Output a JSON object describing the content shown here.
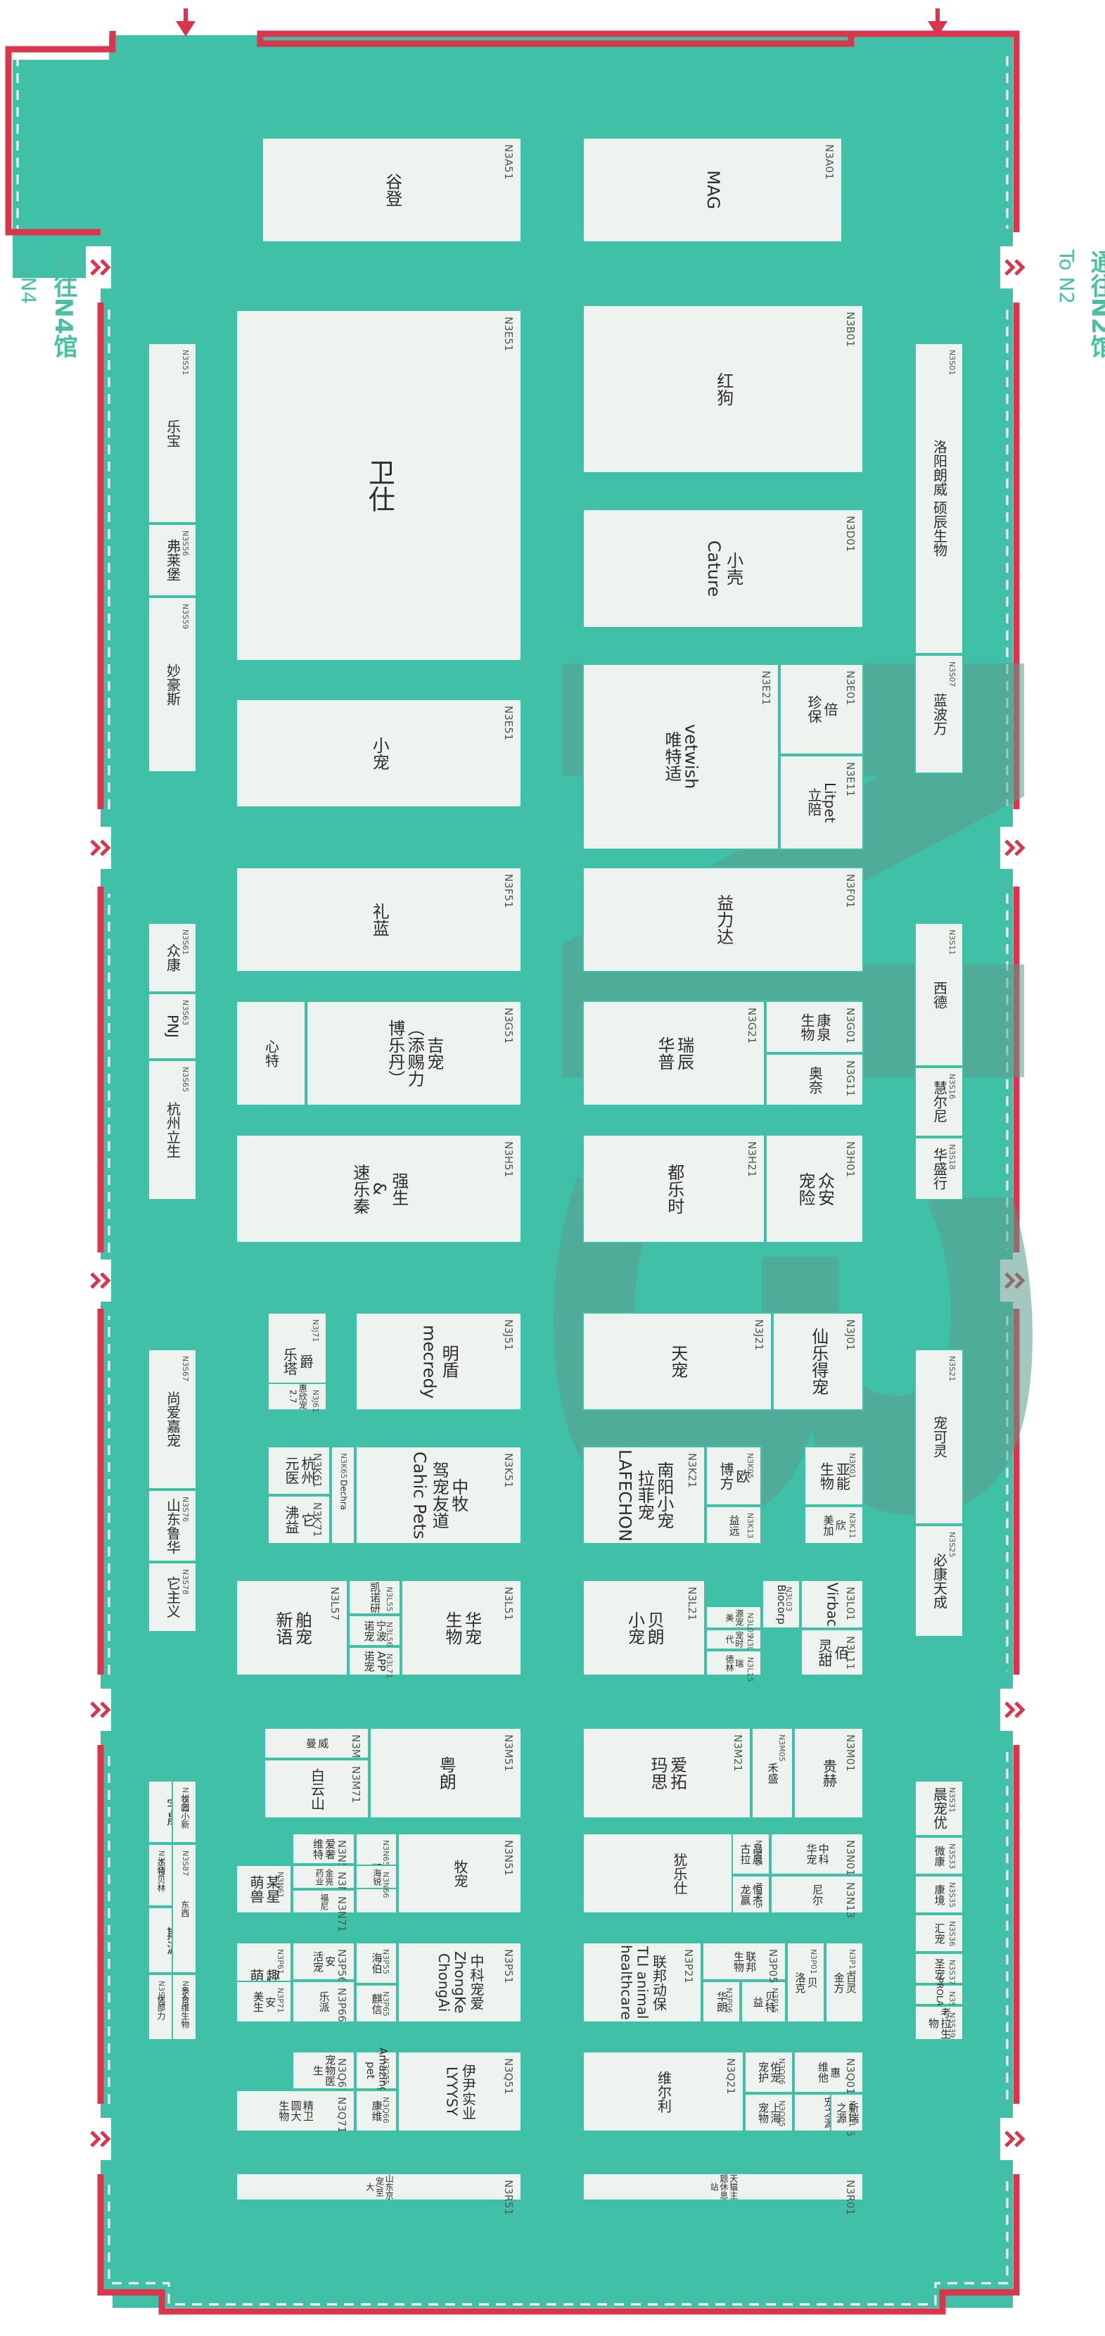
{
  "hall": {
    "left_exit_label": "通往N4馆",
    "left_exit_label_en": "To N4",
    "right_exit_label": "通往N2馆",
    "right_exit_label_en": "To N2",
    "watermark": "N3",
    "colors": {
      "floor": "#40c0a7",
      "booth": "#eff3f0",
      "wall": "#d8364c",
      "text": "#49c1a1"
    }
  },
  "booths": [
    {
      "id": "N3A51",
      "name": "谷登"
    },
    {
      "id": "N3A01",
      "name": "MAG"
    },
    {
      "id": "N3E51",
      "name": "卫仕"
    },
    {
      "id": "N3B01",
      "name": "红狗"
    },
    {
      "id": "N3D01",
      "name": "小壳\nCature"
    },
    {
      "id": "N3E21",
      "name": "vetwish\n唯特适"
    },
    {
      "id": "N3E01",
      "name": "倍\n珍保"
    },
    {
      "id": "N3E11",
      "name": "Litpet\n立陪"
    },
    {
      "id": "N3E51",
      "name": "小宠"
    },
    {
      "id": "N3F51",
      "name": "礼蓝"
    },
    {
      "id": "N3F01",
      "name": "益力达"
    },
    {
      "id": "N3G51",
      "name": "吉宠\n（添赐力\n博乐丹）"
    },
    {
      "id": "",
      "name": "心特"
    },
    {
      "id": "N3G21",
      "name": "瑞辰\n华普"
    },
    {
      "id": "N3G01",
      "name": "康泉\n生物"
    },
    {
      "id": "N3G11",
      "name": "奥奈"
    },
    {
      "id": "N3H51",
      "name": "强生\n&\n速乐秦"
    },
    {
      "id": "N3H21",
      "name": "都乐时"
    },
    {
      "id": "N3H01",
      "name": "众安\n宠险"
    },
    {
      "id": "N3J51",
      "name": "明盾\nmecredy"
    },
    {
      "id": "N3J71",
      "name": "爵\n乐塔"
    },
    {
      "id": "N3J61",
      "name": "惠欣宠 2.7"
    },
    {
      "id": "N3J21",
      "name": "天宠"
    },
    {
      "id": "N3J01",
      "name": "仙乐得宠"
    },
    {
      "id": "N3K51",
      "name": "中牧\n驾宠友道\nCahic Pets"
    },
    {
      "id": "N3K61",
      "name": "杭州\n元医"
    },
    {
      "id": "N3K65",
      "name": "Dechra"
    },
    {
      "id": "N3K71",
      "name": "它\n沸益"
    },
    {
      "id": "N3K21",
      "name": "南阳小宠\n拉菲宠\nLAFECHON"
    },
    {
      "id": "N3K05",
      "name": "欧\n博方"
    },
    {
      "id": "N3K13",
      "name": "益远"
    },
    {
      "id": "N3K01",
      "name": "亚能\n生物"
    },
    {
      "id": "N3K11",
      "name": "欣\n美加"
    },
    {
      "id": "N3L51",
      "name": "华宠\n生物"
    },
    {
      "id": "N3L55",
      "name": "凯诺研"
    },
    {
      "id": "N3L56",
      "name": "宁波诺宠"
    },
    {
      "id": "N3L57",
      "name": "舶宠\n新语"
    },
    {
      "id": "N3L71",
      "name": "APP诺宠"
    },
    {
      "id": "N3L21",
      "name": "贝朗\n小宠"
    },
    {
      "id": "N3L06",
      "name": "宠时代"
    },
    {
      "id": "N3L05",
      "name": "源宠美"
    },
    {
      "id": "N3L15",
      "name": "瑞\n德林"
    },
    {
      "id": "N3L03",
      "name": "Biocorp"
    },
    {
      "id": "N3L01",
      "name": "Virbac"
    },
    {
      "id": "N3L11",
      "name": "佰\n灵甜"
    },
    {
      "id": "N3M51",
      "name": "粤朗"
    },
    {
      "id": "N3M61",
      "name": "威\n曼"
    },
    {
      "id": "N3M71",
      "name": "白云山"
    },
    {
      "id": "N3M21",
      "name": "爱拓\n玛思"
    },
    {
      "id": "N3M05",
      "name": "禾盛"
    },
    {
      "id": "N3M01",
      "name": "贵赫"
    },
    {
      "id": "N3N51",
      "name": "牧宠"
    },
    {
      "id": "N3N65",
      "name": "润康"
    },
    {
      "id": "N3N55",
      "name": "爱奢\n维特"
    },
    {
      "id": "N3N56",
      "name": "金亮\n药业"
    },
    {
      "id": "N3N66",
      "name": "海锐"
    },
    {
      "id": "N3N61",
      "name": "某星\n萌兽"
    },
    {
      "id": "N3N71",
      "name": "福尼"
    },
    {
      "id": "N3N21",
      "name": "犹乐仕"
    },
    {
      "id": "N3N05",
      "name": "昌晨\n古拉"
    },
    {
      "id": "N3N15",
      "name": "恒杰\n龙赢"
    },
    {
      "id": "N3N01",
      "name": "中科\n华宠"
    },
    {
      "id": "N3N13",
      "name": "尼尔"
    },
    {
      "id": "N3P51",
      "name": "中科宠爱\nZhongKe\nChongAi"
    },
    {
      "id": "N3P55",
      "name": "海伯"
    },
    {
      "id": "N3P65",
      "name": "麒信"
    },
    {
      "id": "N3P56",
      "name": "安\n活宠"
    },
    {
      "id": "N3P66",
      "name": "乐派"
    },
    {
      "id": "N3P61",
      "name": "趣乐\n萌宠"
    },
    {
      "id": "N3P71",
      "name": "安\n美生"
    },
    {
      "id": "N3P21",
      "name": "联邦动保\nTLI animal\nhealthcare"
    },
    {
      "id": "N3P06",
      "name": "华朗"
    },
    {
      "id": "N3P15",
      "name": "贝特\n益"
    },
    {
      "id": "N3P05",
      "name": "联邦\n生物"
    },
    {
      "id": "N3P01",
      "name": "贝\n洛克"
    },
    {
      "id": "N3P11",
      "name": "百灵\n金方"
    },
    {
      "id": "N3Q51",
      "name": "伊尹实业\nLYYYSY"
    },
    {
      "id": "N3Q55",
      "name": "Amazing pet"
    },
    {
      "id": "N3Q66",
      "name": "康维"
    },
    {
      "id": "N3Q61",
      "name": "宠物医生"
    },
    {
      "id": "N3Q71",
      "name": "精卫\n圆大\n生物"
    },
    {
      "id": "N3Q21",
      "name": "维尔利"
    },
    {
      "id": "N3Q06",
      "name": "佑宠\n宠护"
    },
    {
      "id": "N3Q05",
      "name": "上海\n宠物"
    },
    {
      "id": "N3Q15",
      "name": "宠之源"
    },
    {
      "id": "N3Q01",
      "name": "惠\n维他"
    },
    {
      "id": "N3Q11",
      "name": "新瑞\n之源"
    },
    {
      "id": "N3R51",
      "name": "山东京宠/至大"
    },
    {
      "id": "N3R01",
      "name": "天猫主题休息站"
    },
    {
      "id": "N3S51",
      "name": "乐宝"
    },
    {
      "id": "N3S56",
      "name": "弗莱堡"
    },
    {
      "id": "N3S59",
      "name": "妙豪斯"
    },
    {
      "id": "N3S61",
      "name": "众康"
    },
    {
      "id": "N3S63",
      "name": "PNJ"
    },
    {
      "id": "N3S65",
      "name": "杭州立生"
    },
    {
      "id": "N3S67",
      "name": "尚爱嘉宠"
    },
    {
      "id": "N3S76",
      "name": "山东鲁华"
    },
    {
      "id": "N3S78",
      "name": "它主义"
    },
    {
      "id": "N3S81",
      "name": "宇晟"
    },
    {
      "id": "N3S82",
      "name": "牧园小新"
    },
    {
      "id": "N3S83",
      "name": "畅启"
    },
    {
      "id": "N3S85",
      "name": "斯源"
    },
    {
      "id": "N3S86",
      "name": "杰特贝林"
    },
    {
      "id": "N3S87",
      "name": "东西"
    },
    {
      "id": "N3S88",
      "name": "优部力"
    },
    {
      "id": "N3S89",
      "name": "多合维生物"
    },
    {
      "id": "N3S01",
      "name": "洛阳朗威 硕辰生物"
    },
    {
      "id": "N3S07",
      "name": "蓝波万"
    },
    {
      "id": "N3S11",
      "name": "西德"
    },
    {
      "id": "N3S16",
      "name": "慧尔尼"
    },
    {
      "id": "N3S18",
      "name": "华盛行"
    },
    {
      "id": "N3S21",
      "name": "宠可灵"
    },
    {
      "id": "N3S25",
      "name": "必康天成"
    },
    {
      "id": "N3S31",
      "name": "晨宠优"
    },
    {
      "id": "N3S33",
      "name": "微康"
    },
    {
      "id": "N3S35",
      "name": "康境"
    },
    {
      "id": "N3S36",
      "name": "汇宠"
    },
    {
      "id": "N3S37",
      "name": "圣宠"
    },
    {
      "id": "N3S38",
      "name": "PROLAC"
    },
    {
      "id": "N3S39",
      "name": "考拉生物"
    }
  ]
}
